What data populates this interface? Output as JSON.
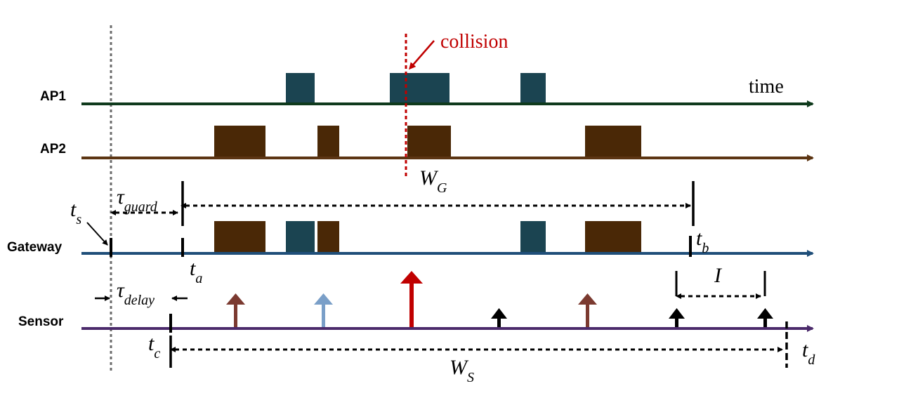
{
  "lanes": {
    "ap1": "AP1",
    "ap2": "AP2",
    "gateway": "Gateway",
    "sensor": "Sensor"
  },
  "time_label": "time",
  "collision_label": "collision",
  "symbols": {
    "tau": "τ",
    "t": "t",
    "W": "W",
    "I": "I"
  },
  "subscripts": {
    "guard": "guard",
    "delay": "delay",
    "s": "s",
    "a": "a",
    "b": "b",
    "c": "c",
    "d": "d",
    "G": "G",
    "S": "S"
  },
  "colors": {
    "ap1_line": "#0f3a1c",
    "ap1_block": "#1b4451",
    "ap2_line": "#5c3513",
    "ap2_block": "#4a2806",
    "gateway_line": "#1f4e79",
    "sensor_line": "#4b2a6b",
    "collision": "#c00000",
    "arrow_brown": "#7b3a30",
    "arrow_lightblue": "#7a9fc8",
    "arrow_red": "#c00000",
    "arrow_black": "#000000"
  }
}
